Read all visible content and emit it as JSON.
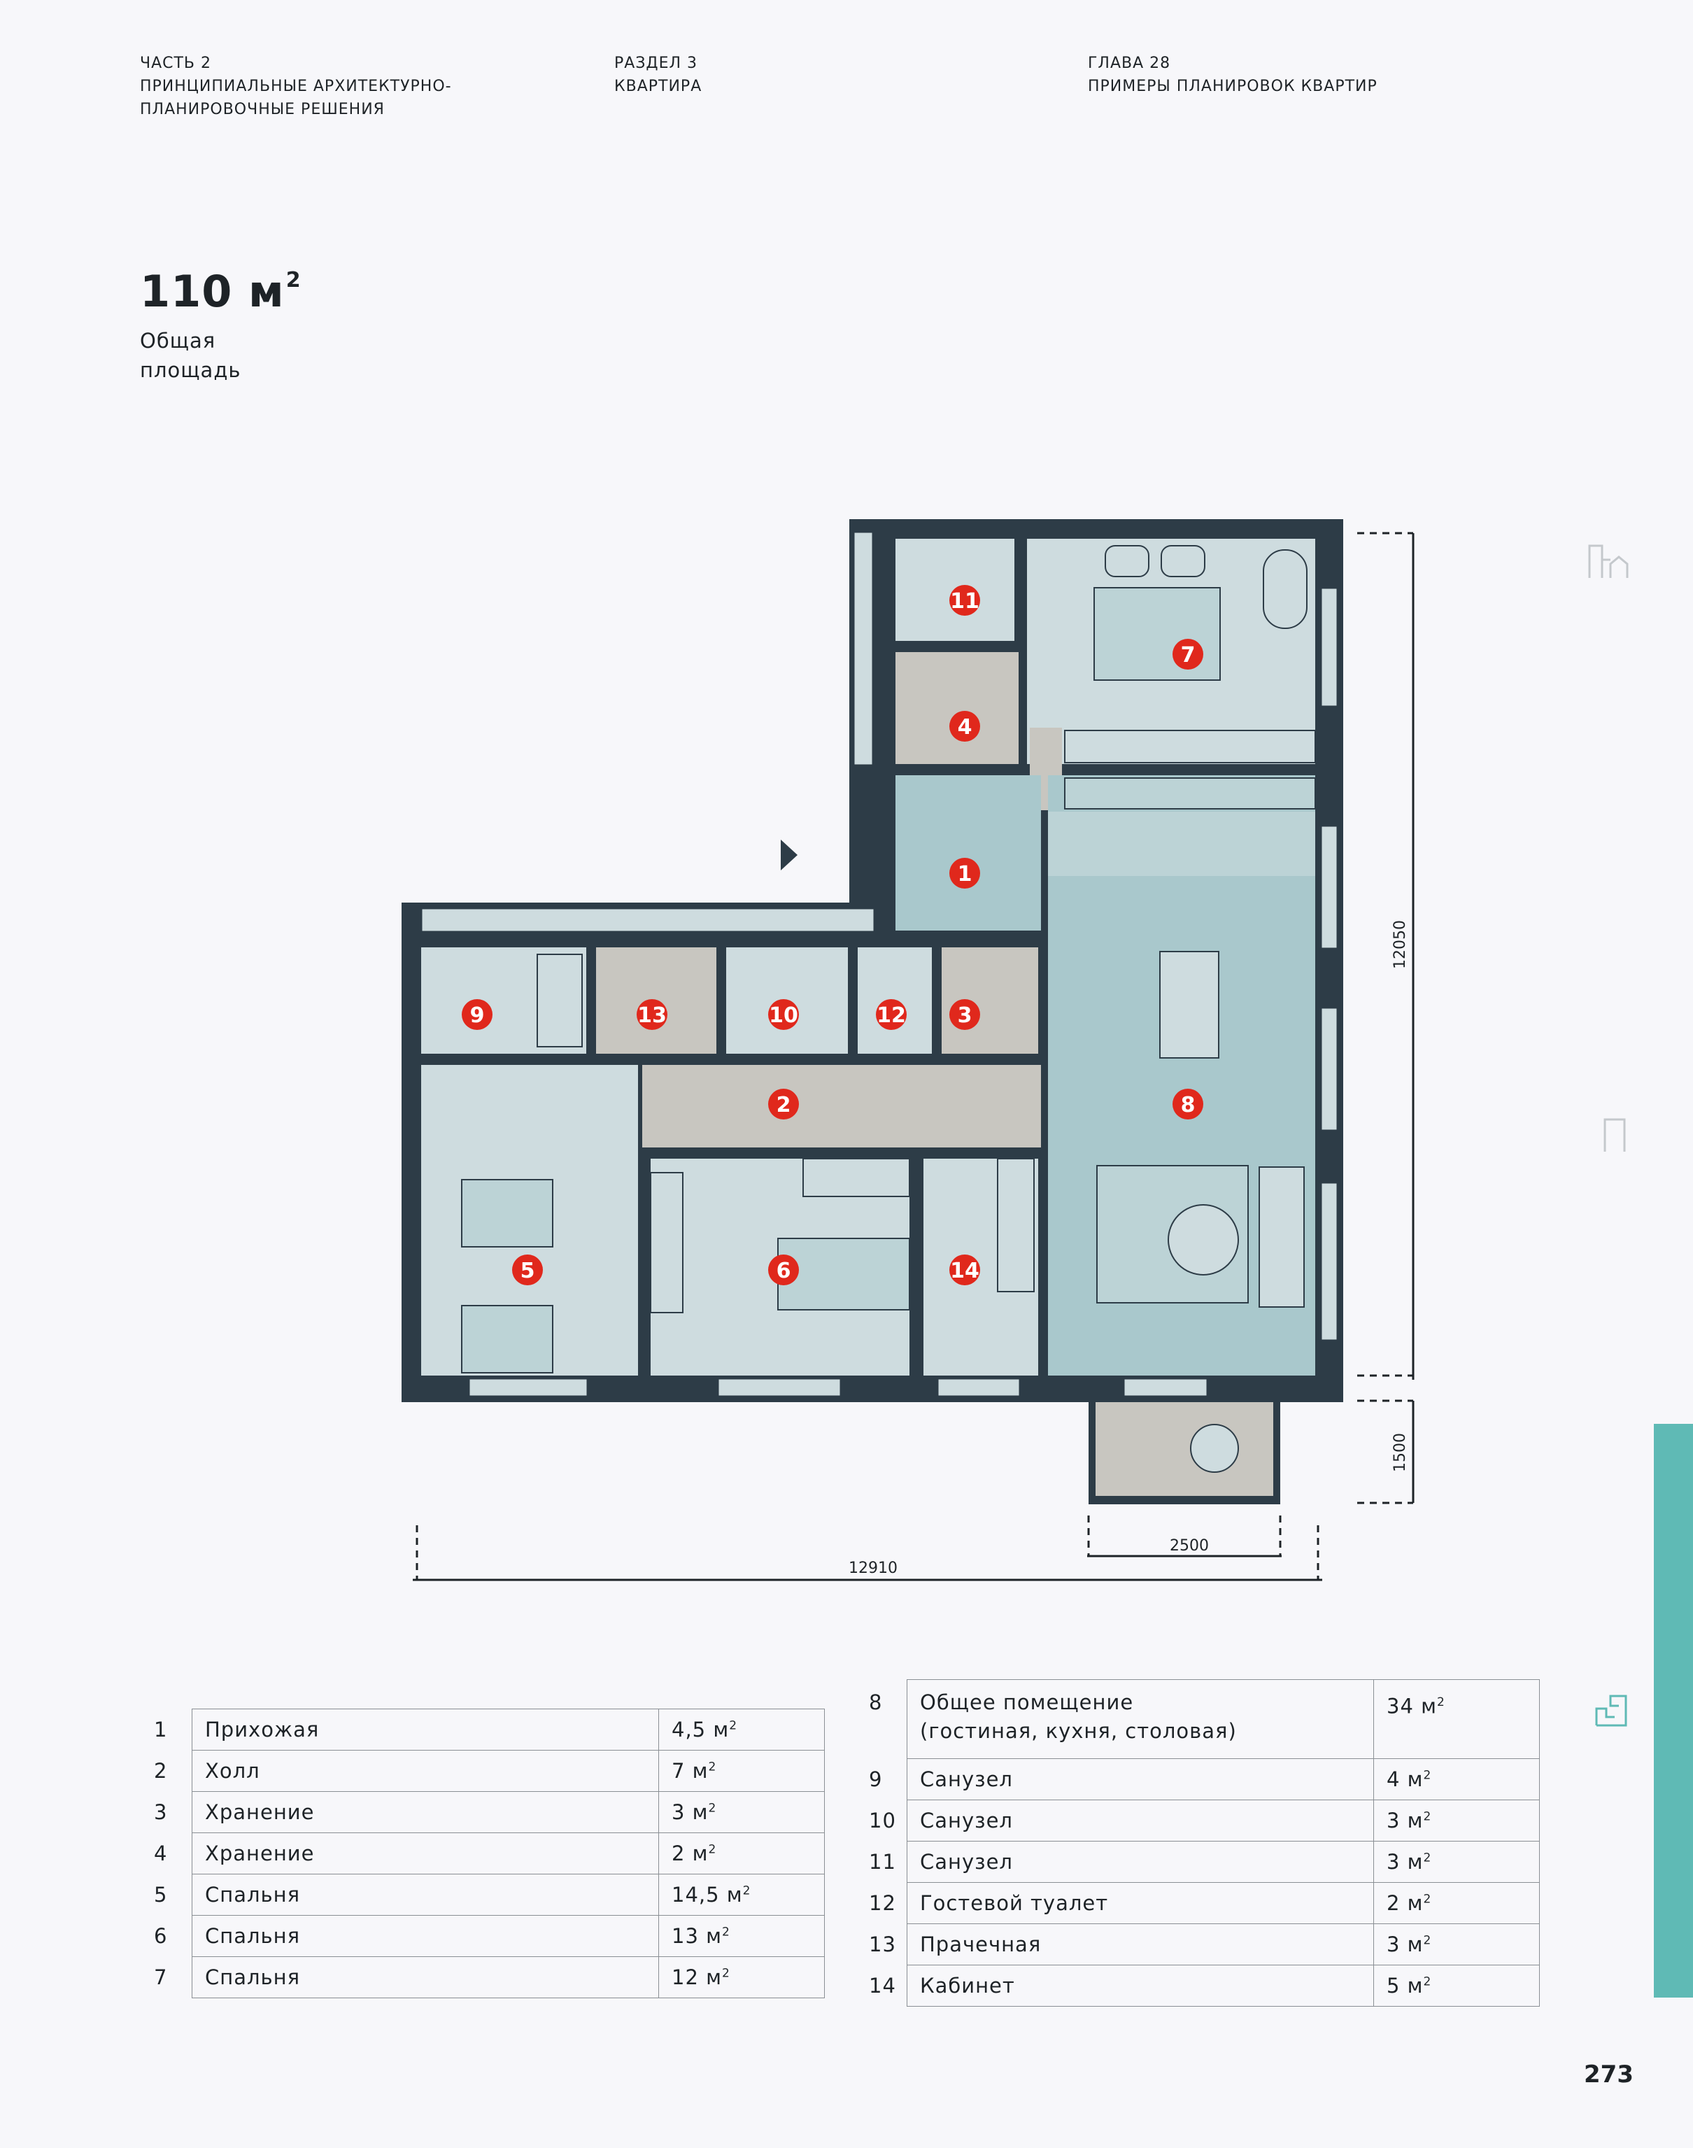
{
  "header": {
    "part_label": "ЧАСТЬ 2",
    "part_line1": "ПРИНЦИПИАЛЬНЫЕ АРХИТЕКТУРНО-",
    "part_line2": "ПЛАНИРОВОЧНЫЕ РЕШЕНИЯ",
    "section_label": "РАЗДЕЛ 3",
    "section_title": "КВАРТИРА",
    "chapter_label": "ГЛАВА 28",
    "chapter_title": "ПРИМЕРЫ ПЛАНИРОВОК КВАРТИР"
  },
  "area": {
    "value": "110 м",
    "sup": "2",
    "label_line1": "Общая",
    "label_line2": "площадь"
  },
  "plan": {
    "markers": [
      "1",
      "2",
      "3",
      "4",
      "5",
      "6",
      "7",
      "8",
      "9",
      "10",
      "11",
      "12",
      "13",
      "14"
    ],
    "dimensions": {
      "width_total": "12910",
      "height_total": "12050",
      "balcony_depth": "1500",
      "balcony_width": "2500"
    },
    "colors": {
      "wall": "#2d3c47",
      "room_light": "#cedcdf",
      "room_blue": "#a9c8cc",
      "service": "#c8c6c0",
      "marker": "#e0281c",
      "accent": "#5fbab5"
    }
  },
  "rooms_left": [
    {
      "num": "1",
      "name": "Прихожая",
      "area": "4,5 м",
      "sup": "2"
    },
    {
      "num": "2",
      "name": "Холл",
      "area": "7 м",
      "sup": "2"
    },
    {
      "num": "3",
      "name": "Хранение",
      "area": "3 м",
      "sup": "2"
    },
    {
      "num": "4",
      "name": "Хранение",
      "area": "2 м",
      "sup": "2"
    },
    {
      "num": "5",
      "name": "Спальня",
      "area": "14,5 м",
      "sup": "2"
    },
    {
      "num": "6",
      "name": "Спальня",
      "area": "13 м",
      "sup": "2"
    },
    {
      "num": "7",
      "name": "Спальня",
      "area": "12 м",
      "sup": "2"
    }
  ],
  "rooms_right": [
    {
      "num": "8",
      "name": "Общее помещение",
      "name2": "(гостиная, кухня, столовая)",
      "area": "34 м",
      "sup": "2"
    },
    {
      "num": "9",
      "name": "Санузел",
      "area": "4 м",
      "sup": "2"
    },
    {
      "num": "10",
      "name": "Санузел",
      "area": "3 м",
      "sup": "2"
    },
    {
      "num": "11",
      "name": "Санузел",
      "area": "3 м",
      "sup": "2"
    },
    {
      "num": "12",
      "name": "Гостевой туалет",
      "area": "2 м",
      "sup": "2"
    },
    {
      "num": "13",
      "name": "Прачечная",
      "area": "3 м",
      "sup": "2"
    },
    {
      "num": "14",
      "name": "Кабинет",
      "area": "5 м",
      "sup": "2"
    }
  ],
  "page_number": "273",
  "side_icons": [
    "building-plan-icon",
    "door-icon",
    "floor-plan-icon"
  ]
}
